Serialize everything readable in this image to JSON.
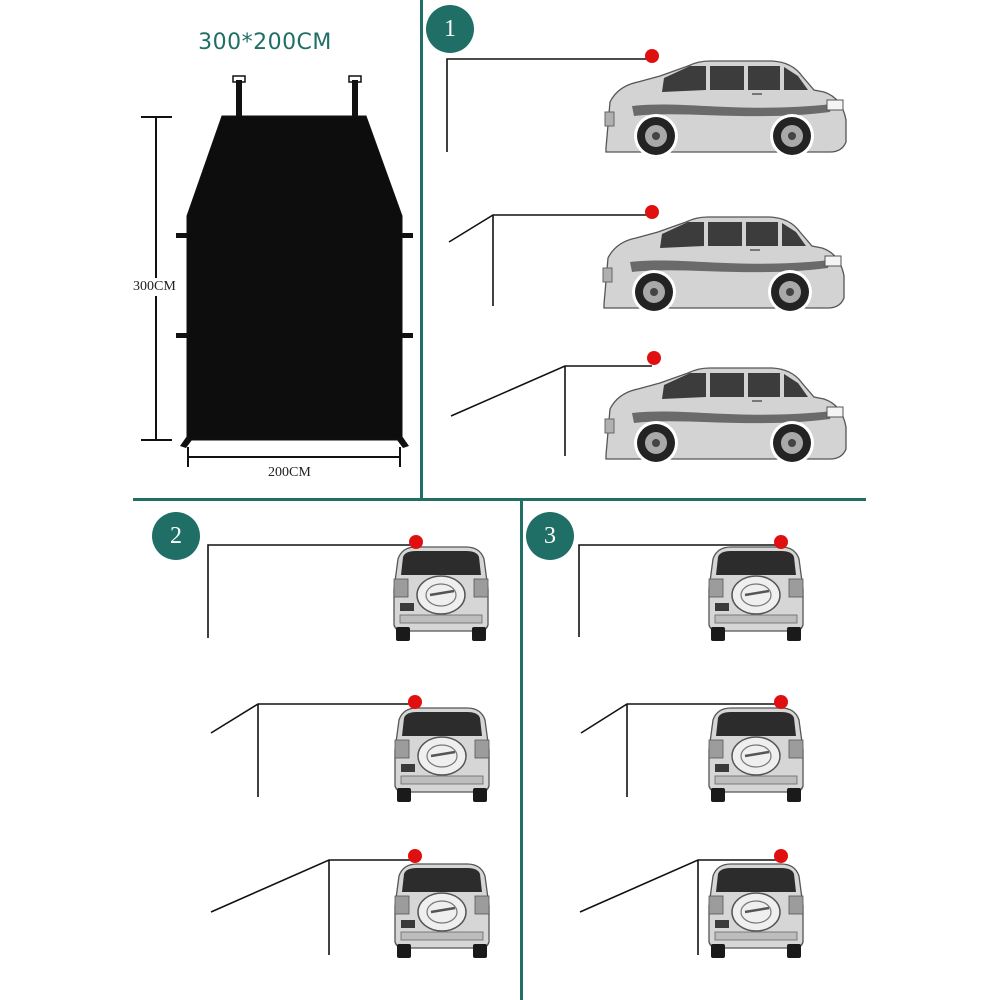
{
  "panel_a": {
    "title": "300*200CM",
    "height_label": "300CM",
    "width_label": "200CM"
  },
  "steps": [
    {
      "number": "1"
    },
    {
      "number": "2"
    },
    {
      "number": "3"
    }
  ],
  "colors": {
    "accent": "#1f6f66",
    "marker": "#e01010",
    "awning": "#0d0d0d"
  },
  "icons": [
    "suv-side-view",
    "suv-rear-view",
    "attachment-point-marker"
  ]
}
